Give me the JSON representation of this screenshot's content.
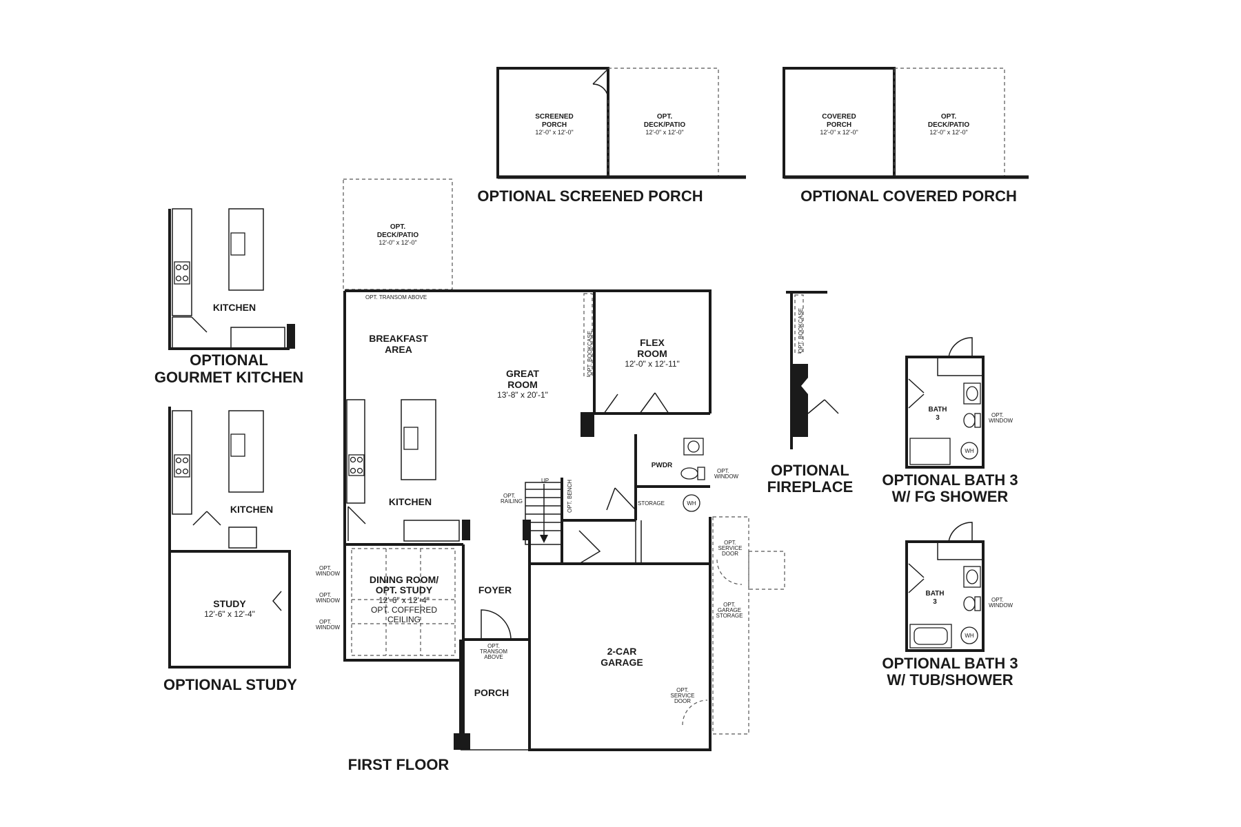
{
  "titles": {
    "first_floor": "FIRST FLOOR",
    "opt_screened_porch": "OPTIONAL SCREENED PORCH",
    "opt_covered_porch": "OPTIONAL COVERED PORCH",
    "opt_gourmet_kitchen_1": "OPTIONAL",
    "opt_gourmet_kitchen_2": "GOURMET KITCHEN",
    "opt_study": "OPTIONAL STUDY",
    "opt_fireplace_1": "OPTIONAL",
    "opt_fireplace_2": "FIREPLACE",
    "opt_bath_fg_1": "OPTIONAL BATH 3",
    "opt_bath_fg_2": "W/ FG SHOWER",
    "opt_bath_tub_1": "OPTIONAL BATH 3",
    "opt_bath_tub_2": "W/ TUB/SHOWER"
  },
  "rooms": {
    "screened_porch": {
      "l1": "SCREENED",
      "l2": "PORCH",
      "dim": "12'-0\" x 12'-0\""
    },
    "sp_deck": {
      "l1": "OPT.",
      "l2": "DECK/PATIO",
      "dim": "12'-0\" x 12'-0\""
    },
    "covered_porch": {
      "l1": "COVERED",
      "l2": "PORCH",
      "dim": "12'-0\" x 12'-0\""
    },
    "cp_deck": {
      "l1": "OPT.",
      "l2": "DECK/PATIO",
      "dim": "12'-0\" x 12'-0\""
    },
    "main_deck": {
      "l1": "OPT.",
      "l2": "DECK/PATIO",
      "dim": "12'-0\" x 12'-0\""
    },
    "breakfast": {
      "l1": "BREAKFAST",
      "l2": "AREA"
    },
    "great_room": {
      "l1": "GREAT",
      "l2": "ROOM",
      "dim": "13'-8\" x 20'-1\""
    },
    "flex_room": {
      "l1": "FLEX",
      "l2": "ROOM",
      "dim": "12'-0\" x 12'-11\""
    },
    "kitchen": "KITCHEN",
    "pwdr": "PWDR",
    "storage": "STORAGE",
    "dining": {
      "l1": "DINING ROOM/",
      "l2": "OPT. STUDY",
      "dim": "12'-6\" x 12'-4\"",
      "l3": "OPT. COFFERED",
      "l4": "CEILING"
    },
    "foyer": "FOYER",
    "porch": "PORCH",
    "garage": {
      "l1": "2-CAR",
      "l2": "GARAGE"
    },
    "gourmet_kitchen": "KITCHEN",
    "study_kitchen": "KITCHEN",
    "study": {
      "l1": "STUDY",
      "dim": "12'-6\" x 12'-4\""
    },
    "bath_fg": {
      "l1": "BATH",
      "l2": "3"
    },
    "bath_tub": {
      "l1": "BATH",
      "l2": "3"
    }
  },
  "notes": {
    "transom_above": "OPT. TRANSOM ABOVE",
    "opt_bookcase": "OPT. BOOKCASE",
    "opt_bookcase_fp": "OPT. BOOKCASE",
    "opt_window": "OPT.",
    "opt_window_2": "WINDOW",
    "opt_railing_1": "OPT.",
    "opt_railing_2": "RAILING",
    "up": "UP",
    "opt_bench": "OPT. BENCH",
    "wh": "WH",
    "opt_service_door_1": "OPT.",
    "opt_service_door_2": "SERVICE",
    "opt_service_door_3": "DOOR",
    "opt_garage_storage_1": "OPT.",
    "opt_garage_storage_2": "GARAGE",
    "opt_garage_storage_3": "STORAGE",
    "opt_transom_1": "OPT.",
    "opt_transom_2": "TRANSOM",
    "opt_transom_3": "ABOVE"
  }
}
